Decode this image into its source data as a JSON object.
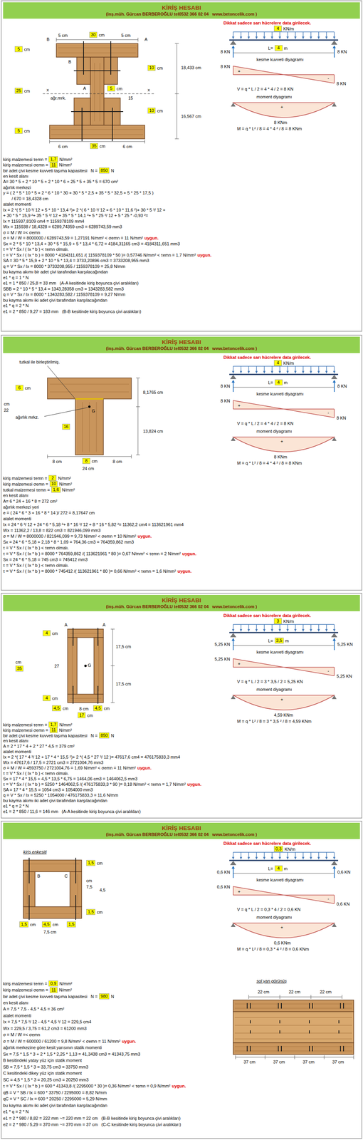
{
  "diagram": {
    "nodes": [
      {
        "text": [
          "KİRİŞ HESABI",
          "(inş.müh. Gürcan BERBEROĞLU tel0532 366 02 04   www.betoncelik.com )"
        ]
      },
      {
        "text": [
          "4"
        ]
      },
      {
        "text": [
          "4"
        ]
      },
      {
        "text": [
          "30"
        ]
      },
      {
        "text": [
          "5"
        ]
      },
      {
        "text": [
          "10"
        ]
      },
      {
        "text": [
          "25"
        ]
      },
      {
        "text": [
          "5"
        ]
      },
      {
        "text": [
          "10"
        ]
      },
      {
        "text": [
          "5"
        ]
      },
      {
        "text": [
          "35"
        ]
      },
      {
        "text": [
          "1,7"
        ]
      },
      {
        "text": [
          "11"
        ]
      },
      {
        "text": [
          "850"
        ]
      },
      {
        "text": [
          "KİRİŞ HESABI",
          "(inş.müh. Gürcan BERBEROĞLU tel0532 366 02 04   www.betoncelik.com )"
        ]
      },
      {
        "text": [
          "4"
        ]
      },
      {
        "text": [
          "4"
        ]
      },
      {
        "text": [
          "6"
        ]
      },
      {
        "text": [
          "16"
        ]
      },
      {
        "text": [
          "8"
        ]
      },
      {
        "text": [
          "2"
        ]
      },
      {
        "text": [
          "10"
        ]
      },
      {
        "text": [
          "1,6"
        ]
      },
      {
        "text": [
          "KİRİŞ HESABI",
          "(inş.müh. Gürcan BERBEROĞLU tel0532 366 02 04   www.betoncelik.com )"
        ]
      },
      {
        "text": [
          "3"
        ]
      },
      {
        "text": [
          "3,5"
        ]
      },
      {
        "text": [
          "4"
        ]
      },
      {
        "text": [
          "35"
        ]
      },
      {
        "text": [
          "4"
        ]
      },
      {
        "text": [
          "4,5"
        ]
      },
      {
        "text": [
          "4,5"
        ]
      },
      {
        "text": [
          "17"
        ]
      },
      {
        "text": [
          "1,7"
        ]
      },
      {
        "text": [
          "11"
        ]
      },
      {
        "text": [
          "850"
        ]
      },
      {
        "text": [
          "KİRİŞ HESABI",
          "(inş.müh. Gürcan BERBEROĞLU tel0532 366 02 04   www.betoncelik.com )"
        ]
      },
      {
        "text": [
          "0,3"
        ]
      },
      {
        "text": [
          "4"
        ]
      },
      {
        "text": [
          "1,5"
        ]
      },
      {
        "text": [
          "1,5"
        ]
      },
      {
        "text": [
          "1,5"
        ]
      },
      {
        "text": [
          "4,5"
        ]
      },
      {
        "text": [
          "1,5"
        ]
      },
      {
        "text": [
          "0,9"
        ]
      },
      {
        "text": [
          "11"
        ]
      },
      {
        "text": [
          "980"
        ]
      }
    ],
    "labels": [
      "Dikkat sadece sarı hücrelere data girilecek.",
      "KN/m",
      "L=",
      "m",
      "8 KN",
      "8 KN",
      "kesme kuvveti diyagramı",
      "8 KN",
      "+",
      "-",
      "8 KN",
      "V = q * L / 2 = 4 * 4 / 2 = 8 KN",
      "moment diyagramı",
      "+",
      "8 KNm",
      "M = q * L² / 8 = 4 * 4 ² / 8 = 8 KNm",
      "5 cm",
      "cm",
      "5 cm",
      "cm",
      "B",
      "B",
      "A",
      "A",
      "cm",
      "cm",
      "x",
      "ağr.mrk.",
      "cm",
      "x",
      "15",
      "cm",
      "cm",
      "18,433 cm",
      "16,567 cm",
      "6 cm",
      "cm",
      "6 cm",
      "kiriş malzemesi τemn =",
      "N/mm²",
      "kiriş malzemesi σemn =",
      "N/mm²",
      "bir adet çivi kesme kuvveti taşıma kapasitesi   N =",
      "N",
      "en kesit alanı",
      "A= 30 * 5 + 2 * 10 * 5 + 2 * 10 * 6 + 25 * 5 + 35 * 5 = 670 cm²",
      "ağırlık merkezi",
      "y = ( 2 * 5 * 10 * 5 + 2 * 6 * 10 * 30 + 30 * 5 * 2,5 + 35 * 5 * 32,5 + 5 * 25 * 17,5 )",
      "/ 670 = 18,4328 cm",
      "atalet momenti",
      "Ix = 2 *( 5 * 10 ³/ 12 + 5 * 10 * 13,4 ²)+ 2 *( 6 * 10 ³/ 12 + 6 * 10 * 11,6 ²)+ 30 * 5 ³/ 12 +",
      "+ 30 * 5 * 15,9 ²+ 35 * 5 ³/ 12 + 35 * 5 * 14,1 ²+ 5 * 25 ³/ 12 + 5 * 25 * -0,93 ²=",
      "Ix = 115937,8109 cm4 = 1159378109 mm4",
      "Wx = 115938 / 18,4328 = 6289,74359 cm3 = 6289743,59 mm3",
      "σ = M / W =< σemn",
      "σ = M / W = 8000000 / 6289743,59 = 1,27191 N/mm² < σemn = 11 N/mm²",
      "uygun.",
      "Sx = 2 * 5 * 10 * 13,4 + 30 * 5 * 15,9 + 5 * 13,4 * 6,72 = 4184,31165 cm3 = 4184311,651 mm3",
      "τ = V * Sx / ( Ix * b ) < τemn olmalı.",
      "τ = V * Sx / ( Ix * b ) = 8000 * 4184311,651 /( 1159378109 * 50 )= 0,57746 N/mm² < τemn = 1,7 N/mm²",
      "uygun.",
      "SA = 30 * 5 * 15,9 + 2 * 10 * 5 * 13,4 = 3733,20896 cm3 = 3733208,955 mm3",
      "q = V * Sx / Ix = 8000 * 3733208,955 / 1159378109 = 25,8 N/mm",
      "bu kayma akımı bir adet çivi tarafından karşılacağından",
      "e1 * q = 1 * N",
      "e1 = 1 * 850 / 25,8 = 33 mm   (A-A kesitinde kiriş boyunca çivi aralıkları)",
      "SBB = 2 * 10 * 5 * 13,4 = 1343,28358 cm3 = 1343283,582 mm3",
      "q = V * Sx / Ix = 8000 * 1343283,582 / 1159378109 = 9,27 N/mm",
      "bu kayma akımı iki adet çivi tarafından karşılacağından",
      "e1 * q = 2 * N",
      "e1 = 2 * 850 / 9,27 = 183 mm   (B-B kesitinde kiriş boyunca çivi aralıkları)",
      "Dikkat sadece sarı hücrelere data girilecek.",
      "KN/m",
      "L=",
      "m",
      "8 KN",
      "8 KN",
      "kesme kuvveti diyagramı",
      "8 KN",
      "+",
      "-",
      "8 KN",
      "V = q * L / 2 = 4 * 4 / 2 = 8 KN",
      "moment diyagramı",
      "+",
      "8 KNm",
      "M = q * L² / 8 = 4 * 4 ² / 8 = 8 KNm",
      "tutkal ile birleştirilmiş.",
      "cm",
      "cm",
      "22",
      "ağırlık mrkz.",
      "G",
      "8,1765 cm",
      "13,824 cm",
      "8 cm",
      "cm",
      "8 cm",
      "24 cm",
      "kiriş malzemesi τemn =",
      "N/mm²",
      "kiriş malzemesi σemn =",
      "N/mm²",
      "tutkal malzemesi τemn =",
      "N/mm²",
      "en kesit alanı",
      "A= 6 * 24 + 16 * 8 = 272 cm²",
      "ağırlık merkezi yeri",
      "e = ( 24 * 6 * 3 + 16 * 8 * 14 )/ 272 = 8,17647 cm",
      "atalet momenti",
      "Ix = 24 * 6 ³/ 12 + 24 * 6 * 5,18 ²+ 8 * 16 ³/ 12 + 8 * 16 * 5,82 ²= 11362,2 cm4 = 113621961 mm4",
      "Wx = 11362,2 / 13,8 = 822 cm3 = 821946,099 mm3",
      "σ = M / W = 8000000 / 821946,099 = 9,73 N/mm² < σemn = 10 N/mm²",
      "uygun.",
      "Sx = 24 * 6 * 5,18 + 2,18 * 8 * 1,09 = 764,36 cm3 = 764359,862 mm3",
      "τ = V * Sx / ( Ix * b ) < τemn olmalı.",
      "τ = V * Sx / ( Ix * b ) = 8000 * 764359,862 /( 113621961 * 80 )= 0,67 N/mm² < τemn = 2 N/mm²",
      "uygun.",
      "Sx = 24 * 6 * 5,18 = 745 cm3 = 745412 mm3",
      "τ = V * Sx / ( Ix * b ) < τemn olmalı.",
      "τ = V * Sx / ( Ix * b ) = 8000 * 745412 /( 113621961 * 80 )= 0,66 N/mm² < τemn = 1,6 N/mm²",
      "uygun.",
      "Dikkat sadece sarı hücrelere data girilecek.",
      "KN/m",
      "L=",
      "m",
      "5,25 KN",
      "5,25 KN",
      "kesme kuvveti diyagramı",
      "5,25 KN",
      "+",
      "-",
      "5,25 KN",
      "V = q * L / 2 = 3 * 3,5 / 2 = 5,25 KN",
      "moment diyagramı",
      "+",
      "4,59 KNm",
      "M = q * L² / 8 = 3 * 3,5 ² / 8 = 4,59 KNm",
      "A",
      "A",
      "cm",
      "cm",
      "27",
      "G",
      "17,5 cm",
      "17,5 cm",
      "cm",
      "cm",
      "8 cm",
      "cm",
      "cm",
      "kiriş malzemesi τemn =",
      "N/mm²",
      "kiriş malzemesi σemn =",
      "N/mm²",
      "bir adet çivi kesme kuvveti taşıma kapasitesi   N =",
      "N",
      "en kesit alanı",
      "A = 2 * 17 * 4 + 2 * 27 * 4,5 = 379 cm²",
      "atalet momenti",
      "Ix = 2 *( 17 * 4 ³/ 12 + 17 * 4 * 15,5 ²)+ 2 *( 4,5 * 27 ³/ 12 )= 47617,6 cm4 = 476175833,3 mm4",
      "Wx = 47617,6 / 17,5 = 2721 cm3 = 2721004,76 mm3",
      "σ = M / W = 4593750 / 2721004,76 = 1,69 N/mm² < σemn = 11 N/mm²",
      "uygun.",
      "τ = V * Sx / ( Ix * b ) < τemn olmalı.",
      "Sx = 17 * 4 * 15,5 + 4,5 * 13,5 * 6,75 = 1464,06 cm3 = 1464062,5 mm3",
      "τ = V * Sx / ( Ix * b ) = 5250 * 1464062,5 /( 476175833,3 * 90 )= 0,18 N/mm² < τemn = 1,7 N/mm²",
      "uygun.",
      "SA = 17 * 4 * 15,5 = 1054 cm3 = 1054000 mm3",
      "q = V * Sx / Ix = 5250 * 1054000 / 476175833,3 = 11,6 N/mm",
      "bu kayma akımı iki adet çivi tarafından karşılacağından",
      "e1 * q = 2 * N",
      "e1 = 2 * 850 / 11,6 = 146 mm   (A-A kesitinde kiriş boyunca çivi aralıkları)",
      "Dikkat sadece sarı hücrelere data girilecek.",
      "KN/m",
      "L=",
      "m",
      "0,6 KN",
      "0,6 KN",
      "kesme kuvveti diyagramı",
      "0,6 KN",
      "+",
      "-",
      "0,6 KN",
      "V = q * L / 2 = 0,3 * 4 / 2 = 0,6 KN",
      "moment diyagramı",
      "+",
      "0,6 KNm",
      "M = q * L² / 8 = 0,3 * 4 ² / 8 = 0,6 KNm",
      "kiriş enkesiti",
      "cm",
      "B",
      "C",
      "cm",
      "7,5",
      "4,5",
      "cm",
      "cm",
      "cm",
      "7,5 cm",
      "sol yan görünüş",
      "22 cm",
      "22 cm",
      "22 cm",
      "37 cm",
      "37 cm",
      "37 cm",
      "37 cm",
      "kiriş malzemesi τemn =",
      "N/mm²",
      "kiriş malzemesi σemn =",
      "N/mm²",
      "bir adet çivi kesme kuvveti taşıma kapasitesi   N =",
      "N",
      "en kesit alanı",
      "A = 7,5 * 7,5 - 4,5 * 4,5 = 36 cm²",
      "atalet momenti",
      "Ix = 7,5 * 7,5 ³/ 12 - 4,5 * 4,5 ³/ 12 = 229,5 cm4",
      "Wx = 229,5 / 3,75 = 61,2 cm3 = 61200 mm3",
      "σ = M / W =< σemn",
      "σ = M / W = 600000 / 61200 = 9,8 N/mm² < σemn = 11 N/mm²",
      "uygun.",
      "ağırlık merkezine göre kesit yarısının statik momenti",
      "Sx = 7,5 * 1,5 * 3 + 2 * 1,5 * 2,25 * 1,13 = 41,3438 cm3 = 41343,75 mm3",
      "B kesitindeki yatay yüz için statik moment",
      "SB = 7,5 * 1,5 * 3 = 33,75 cm3 = 33750 mm3",
      "C kesitindeki dikey yüz için statik moment",
      "SC = 4,5 * 1,5 * 3 = 20,25 cm3 = 20250 mm3",
      "τ = V * Sx / ( Ix * b ) = 600 * 41343,8 /( 2295000 * 30 )= 0,36 N/mm² < τemn = 0,9 N/mm²",
      "uygun.",
      "qB = V * SB / Ix = 600 * 33750 / 2295000 = 8,82 N/mm",
      "qC = V * SC / Ix = 600 * 20250 / 2295000 = 5,29 N/mm",
      "bu kayma akımı iki adet çivi tarafından karşılacağından",
      "e1 * q = 2 * N",
      "e1 = 2 * 980 / 8,82 = 222 mm ~= 220 mm = 22 cm   (B-B kesitinde kiriş boyunca çivi aralıkları)",
      "e2 = 2 * 980 / 5,29 = 370 mm ~= 370 mm = 37 cm   (C-C kesitinde kiriş boyunca çivi aralıkları)"
    ]
  }
}
